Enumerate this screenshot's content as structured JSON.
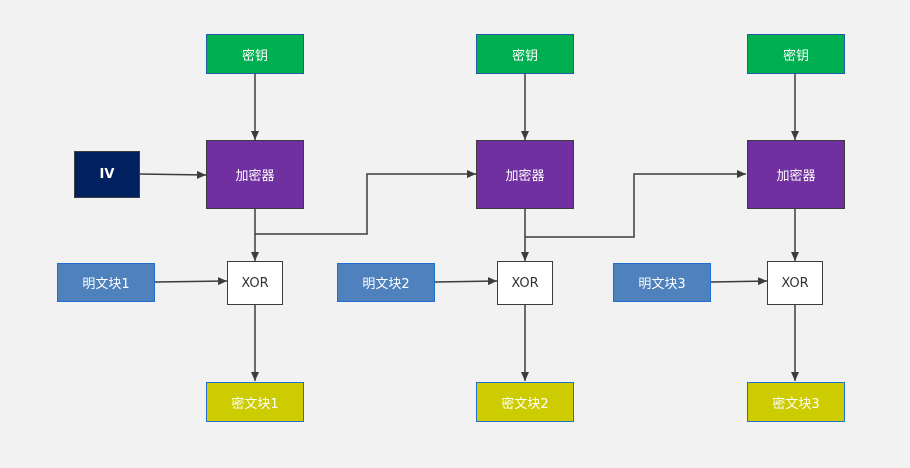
{
  "diagram": {
    "key_label": "密钥",
    "encryptor_label": "加密器",
    "xor_label": "XOR",
    "iv_label": "IV",
    "stages": [
      {
        "plaintext_label": "明文块1",
        "ciphertext_label": "密文块1"
      },
      {
        "plaintext_label": "明文块2",
        "ciphertext_label": "密文块2"
      },
      {
        "plaintext_label": "明文块3",
        "ciphertext_label": "密文块3"
      }
    ]
  },
  "colors": {
    "background": "#f2f2f2",
    "key": "#00b050",
    "encryptor": "#7030a0",
    "iv": "#002060",
    "plaintext": "#4f81bd",
    "xor": "#ffffff",
    "ciphertext": "#cccc00",
    "connector": "#3c3c3c"
  }
}
